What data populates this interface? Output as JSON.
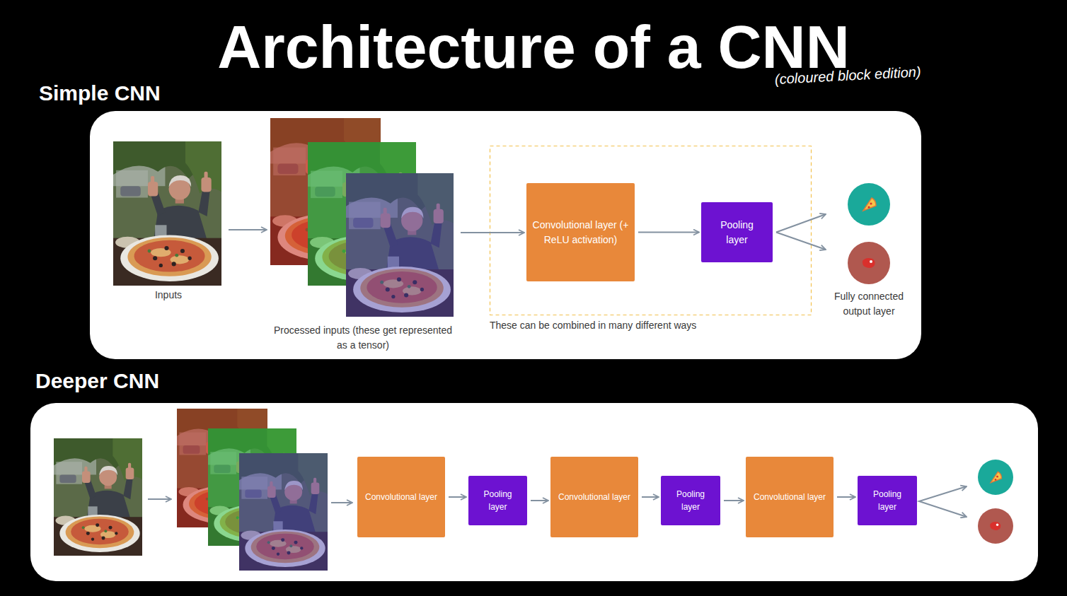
{
  "diagram": {
    "title": "Architecture of a CNN",
    "nodes": [
      {
        "text": [
          "Simple CNN"
        ]
      },
      {
        "text": [
          "Inputs"
        ],
        "in": 0
      },
      {
        "text": [
          "Processed inputs (these get represented as a tensor)"
        ],
        "in": 0
      },
      {
        "text": [
          "These can be combined in many different ways"
        ],
        "in": 0
      },
      {
        "text": [
          "Convolutional layer (+ ReLU activation)"
        ],
        "in": 3
      },
      {
        "text": [
          "Pooling layer"
        ],
        "in": 3
      },
      {
        "text": [
          "Fully connected output layer"
        ],
        "in": 0
      },
      {
        "text": [
          "Deeper CNN"
        ]
      },
      {
        "text": [
          "Convolutional layer"
        ],
        "in": 7
      },
      {
        "text": [
          "Pooling layer"
        ],
        "in": 7
      },
      {
        "text": [
          "Convolutional layer"
        ],
        "in": 7
      },
      {
        "text": [
          "Pooling layer"
        ],
        "in": 7
      },
      {
        "text": [
          "Convolutional layer"
        ],
        "in": 7
      },
      {
        "text": [
          "Pooling layer"
        ],
        "in": 7
      }
    ],
    "edges": [
      {
        "from": 1,
        "to": 2,
        "arrow": "to"
      },
      {
        "from": 2,
        "to": 4,
        "arrow": "to"
      },
      {
        "from": 4,
        "to": 5,
        "arrow": "to"
      },
      {
        "from": 5,
        "to": 6,
        "arrow": "to"
      },
      {
        "from": 5,
        "to": 6,
        "arrow": "to"
      },
      {
        "from": 8,
        "to": 9,
        "arrow": "to"
      },
      {
        "from": 9,
        "to": 10,
        "arrow": "to"
      },
      {
        "from": 10,
        "to": 11,
        "arrow": "to"
      },
      {
        "from": 11,
        "to": 12,
        "arrow": "to"
      },
      {
        "from": 12,
        "to": 13,
        "arrow": "to"
      }
    ],
    "labels": [
      "(coloured block edition)"
    ]
  }
}
